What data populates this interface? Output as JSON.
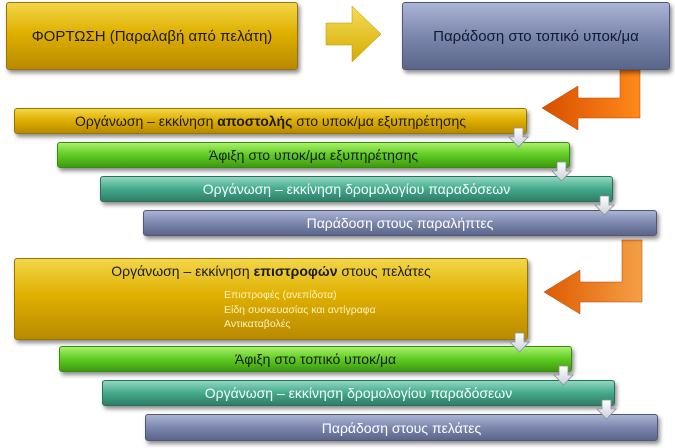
{
  "top": {
    "left_box": "ΦΟΡΤΩΣΗ (Παραλαβή  από πελάτη)",
    "right_box": "Παράδοση στο τοπικό υποκ/μα"
  },
  "group1": {
    "step1": {
      "prefix": "Οργάνωση – εκκίνηση ",
      "bold": "αποστολής",
      "suffix": "  στο υποκ/μα εξυπηρέτησης"
    },
    "step2": "Άφιξη στο υποκ/μα εξυπηρέτησης",
    "step3": "Οργάνωση – εκκίνηση δρομολογίου παραδόσεων",
    "step4": "Παράδοση στους παραλήπτες"
  },
  "group2": {
    "step1": {
      "prefix": "Οργάνωση – εκκίνηση ",
      "bold": "επιστροφών",
      "suffix": "  στους πελάτες"
    },
    "sub_items": [
      "Επιστροφές (ανεπίδοτα)",
      "Είδη συσκευασίας και αντίγραφα",
      "Αντικαταβολές"
    ],
    "step2": "Άφιξη στο τοπικό υποκ/μα",
    "step3": "Οργάνωση – εκκίνηση δρομολογίου παραδόσεων",
    "step4": "Παράδοση στους πελάτες"
  },
  "colors": {
    "gold": "#e0b000",
    "green": "#5fcc22",
    "teal": "#44a98a",
    "slate": "#7c87ad",
    "orange_arrow": "#f06a00",
    "yellow_arrow": "#e6c21a"
  }
}
